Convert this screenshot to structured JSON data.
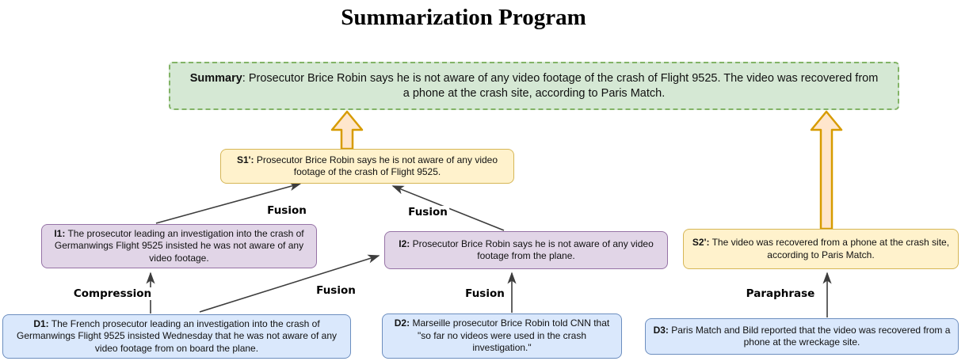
{
  "title": "Summarization Program",
  "colors": {
    "summary_fill": "#d5e8d4",
    "summary_stroke": "#82b366",
    "sentence_fill": "#fff2cc",
    "sentence_stroke": "#d6b656",
    "intermediate_fill": "#e1d5e7",
    "intermediate_stroke": "#9673a6",
    "document_fill": "#dae8fc",
    "document_stroke": "#6c8ebf",
    "block_arrow_fill": "#ffe6cc",
    "block_arrow_stroke": "#d79b00",
    "thin_arrow_color": "#3d3d3d"
  },
  "boxes": {
    "summary": {
      "label": "Summary",
      "text": ": Prosecutor Brice Robin says he is not aware of any video footage of the crash of Flight 9525. The video was recovered from a phone at the crash site, according to Paris Match."
    },
    "s1": {
      "label": "S1':",
      "text": " Prosecutor Brice Robin says he is not aware of any video footage of the crash of Flight 9525."
    },
    "s2": {
      "label": "S2':",
      "text": " The video was recovered from a phone at the crash site, according to Paris Match."
    },
    "i1": {
      "label": "I1:",
      "text": " The prosecutor leading an investigation into the crash of Germanwings Flight 9525 insisted he was not aware of any video footage."
    },
    "i2": {
      "label": "I2:",
      "text": " Prosecutor Brice Robin says he is not aware of any video footage from the plane."
    },
    "d1": {
      "label": "D1:",
      "text": " The French prosecutor leading an investigation into the crash of Germanwings Flight 9525 insisted Wednesday that he was not aware of any video footage from on board the plane."
    },
    "d2": {
      "label": "D2:",
      "text": " Marseille prosecutor Brice Robin told CNN that \"so far no videos were used in the crash investigation.\""
    },
    "d3": {
      "label": "D3:",
      "text": " Paris Match and Bild reported that the video was recovered from a phone at the wreckage site."
    }
  },
  "edge_labels": {
    "fusion_i1_s1": "Fusion",
    "fusion_i2_s1": "Fusion",
    "compression_d1_i1": "Compression",
    "fusion_d1_i2": "Fusion",
    "fusion_d2_i2": "Fusion",
    "paraphrase_d3_s2": "Paraphrase"
  }
}
